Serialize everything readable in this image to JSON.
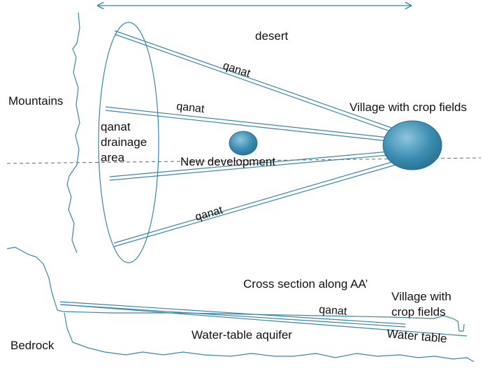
{
  "labels": {
    "mountains": "Mountains",
    "desert": "desert",
    "qanat_top": "qanat",
    "qanat_mid": "qanat",
    "qanat_bottom": "qanat",
    "drainage_line1": "qanat",
    "drainage_line2": "drainage",
    "drainage_line3": "area",
    "new_development": "New development",
    "village_top": "Village with crop fields",
    "cross_section_title": "Cross section along AA’",
    "village_cs_line1": "Village with",
    "village_cs_line2": "crop fields",
    "qanat_cs": "qanat",
    "water_table": "Water table",
    "aquifer": "Water-table aquifer",
    "bedrock": "Bedrock"
  },
  "colors": {
    "line": "#3a87a8",
    "blob_light": "#8fc6dc",
    "blob_dark": "#2e7ea3",
    "dashed": "#666666"
  }
}
